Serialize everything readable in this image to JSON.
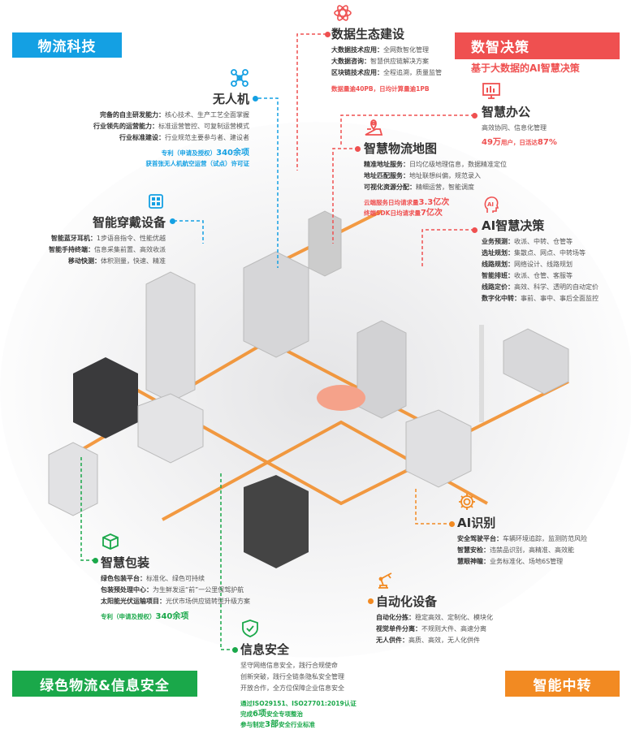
{
  "banners": {
    "tech": "物流科技",
    "decision": "数智决策",
    "decision_sub": "基于大数据的AI智慧决策",
    "green": "绿色物流&信息安全",
    "transfer": "智能中转"
  },
  "colors": {
    "blue": "#14a0e3",
    "red": "#ef5050",
    "green": "#1aa84a",
    "orange": "#f28a22"
  },
  "sections": {
    "data_eco": {
      "icon": "atom-icon",
      "title": "数据生态建设",
      "lines": [
        [
          "大数据技术应用：",
          "全网数智化管理"
        ],
        [
          "大数据咨询：",
          "智慧供应链解决方案"
        ],
        [
          "区块链技术应用：",
          "全程追溯，质量监管"
        ]
      ],
      "hl": "数据量逾40PB，日均计算量逾1PB"
    },
    "drone": {
      "icon": "drone-icon",
      "title": "无人机",
      "lines": [
        [
          "完备的自主研发能力：",
          "核心技术、生产工艺全面掌握"
        ],
        [
          "行业领先的运营能力：",
          "标准运营管控、可复制运营模式"
        ],
        [
          "行业标准建设：",
          "行业规范主要参与者、建设者"
        ]
      ],
      "hl1a": "专利（申请及授权）",
      "hl1b": "340余项",
      "hl2": "获首张无人机航空运营（试点）许可证"
    },
    "office": {
      "icon": "monitor-chart-icon",
      "title": "智慧办公",
      "desc": "高效协同、信息化管理",
      "hl_a": "49万",
      "hl_b": "用户，日活达",
      "hl_c": "87%"
    },
    "map": {
      "icon": "map-pin-icon",
      "title": "智慧物流地图",
      "lines": [
        [
          "精准地址服务：",
          "日均亿级地理信息，数据精准定位"
        ],
        [
          "地址匹配服务：",
          "地址联想纠偏，规范录入"
        ],
        [
          "可视化资源分配：",
          "精细运营，智能调度"
        ]
      ],
      "hl1a": "云端服务日均请求量",
      "hl1b": "3.3亿次",
      "hl2a": "终端SDK日均请求量",
      "hl2b": "7亿次"
    },
    "ai_decision": {
      "icon": "ai-head-icon",
      "title": "AI智慧决策",
      "lines": [
        [
          "业务预测：",
          "收派、中转、仓管等"
        ],
        [
          "选址规划：",
          "集散点、网点、中转场等"
        ],
        [
          "线路规划：",
          "网络设计、线路规划"
        ],
        [
          "智能排班：",
          "收派、仓管、客服等"
        ],
        [
          "线路定价：",
          "高效、科学、透明的自动定价"
        ],
        [
          "数字化中转：",
          "事前、事中、事后全面监控"
        ]
      ]
    },
    "wearable": {
      "icon": "chip-icon",
      "title": "智能穿戴设备",
      "lines": [
        [
          "智能蓝牙耳机：",
          "1步语音指令、性能优越"
        ],
        [
          "智能手持终端：",
          "信息采集前置、高效收派"
        ],
        [
          "移动快测：",
          "体积测量，快速、精准"
        ]
      ]
    },
    "packaging": {
      "icon": "box-icon",
      "title": "智慧包装",
      "lines": [
        [
          "绿色包装平台：",
          "标准化、绿色可持续"
        ],
        [
          "包装预处理中心：",
          "为生鲜发运“前”一公里保驾护航"
        ],
        [
          "太阳能光伏运输项目：",
          "光伏市场供应链转型升级方案"
        ]
      ],
      "hl_a": "专利（申请及授权）",
      "hl_b": "340余项"
    },
    "security": {
      "icon": "shield-check-icon",
      "title": "信息安全",
      "lines": [
        "坚守网络信息安全，践行合规使命",
        "创新突破，践行全链条隐私安全管理",
        "开放合作，全方位保障企业信息安全"
      ],
      "hl1": "通过ISO29151、ISO27701:2019认证",
      "hl2a": "完成",
      "hl2b": "6项",
      "hl2c": "安全专项整治",
      "hl3a": "参与制定",
      "hl3b": "3部",
      "hl3c": "安全行业标准"
    },
    "ai_recog": {
      "icon": "gear-icon",
      "title": "AI识别",
      "lines": [
        [
          "安全驾驶平台：",
          "车辆环境追踪，监测防范风险"
        ],
        [
          "智慧安检：",
          "违禁品识别，高精准、高效能"
        ],
        [
          "慧眼神瞳：",
          "业务标准化、场地6S管理"
        ]
      ]
    },
    "automation": {
      "icon": "robot-arm-icon",
      "title": "自动化设备",
      "lines": [
        [
          "自动化分拣：",
          "稳定高效、定制化、模块化"
        ],
        [
          "视觉单件分离：",
          "不规则大件、高速分离"
        ],
        [
          "无人供件：",
          "高质、高效，无人化供件"
        ]
      ]
    }
  }
}
